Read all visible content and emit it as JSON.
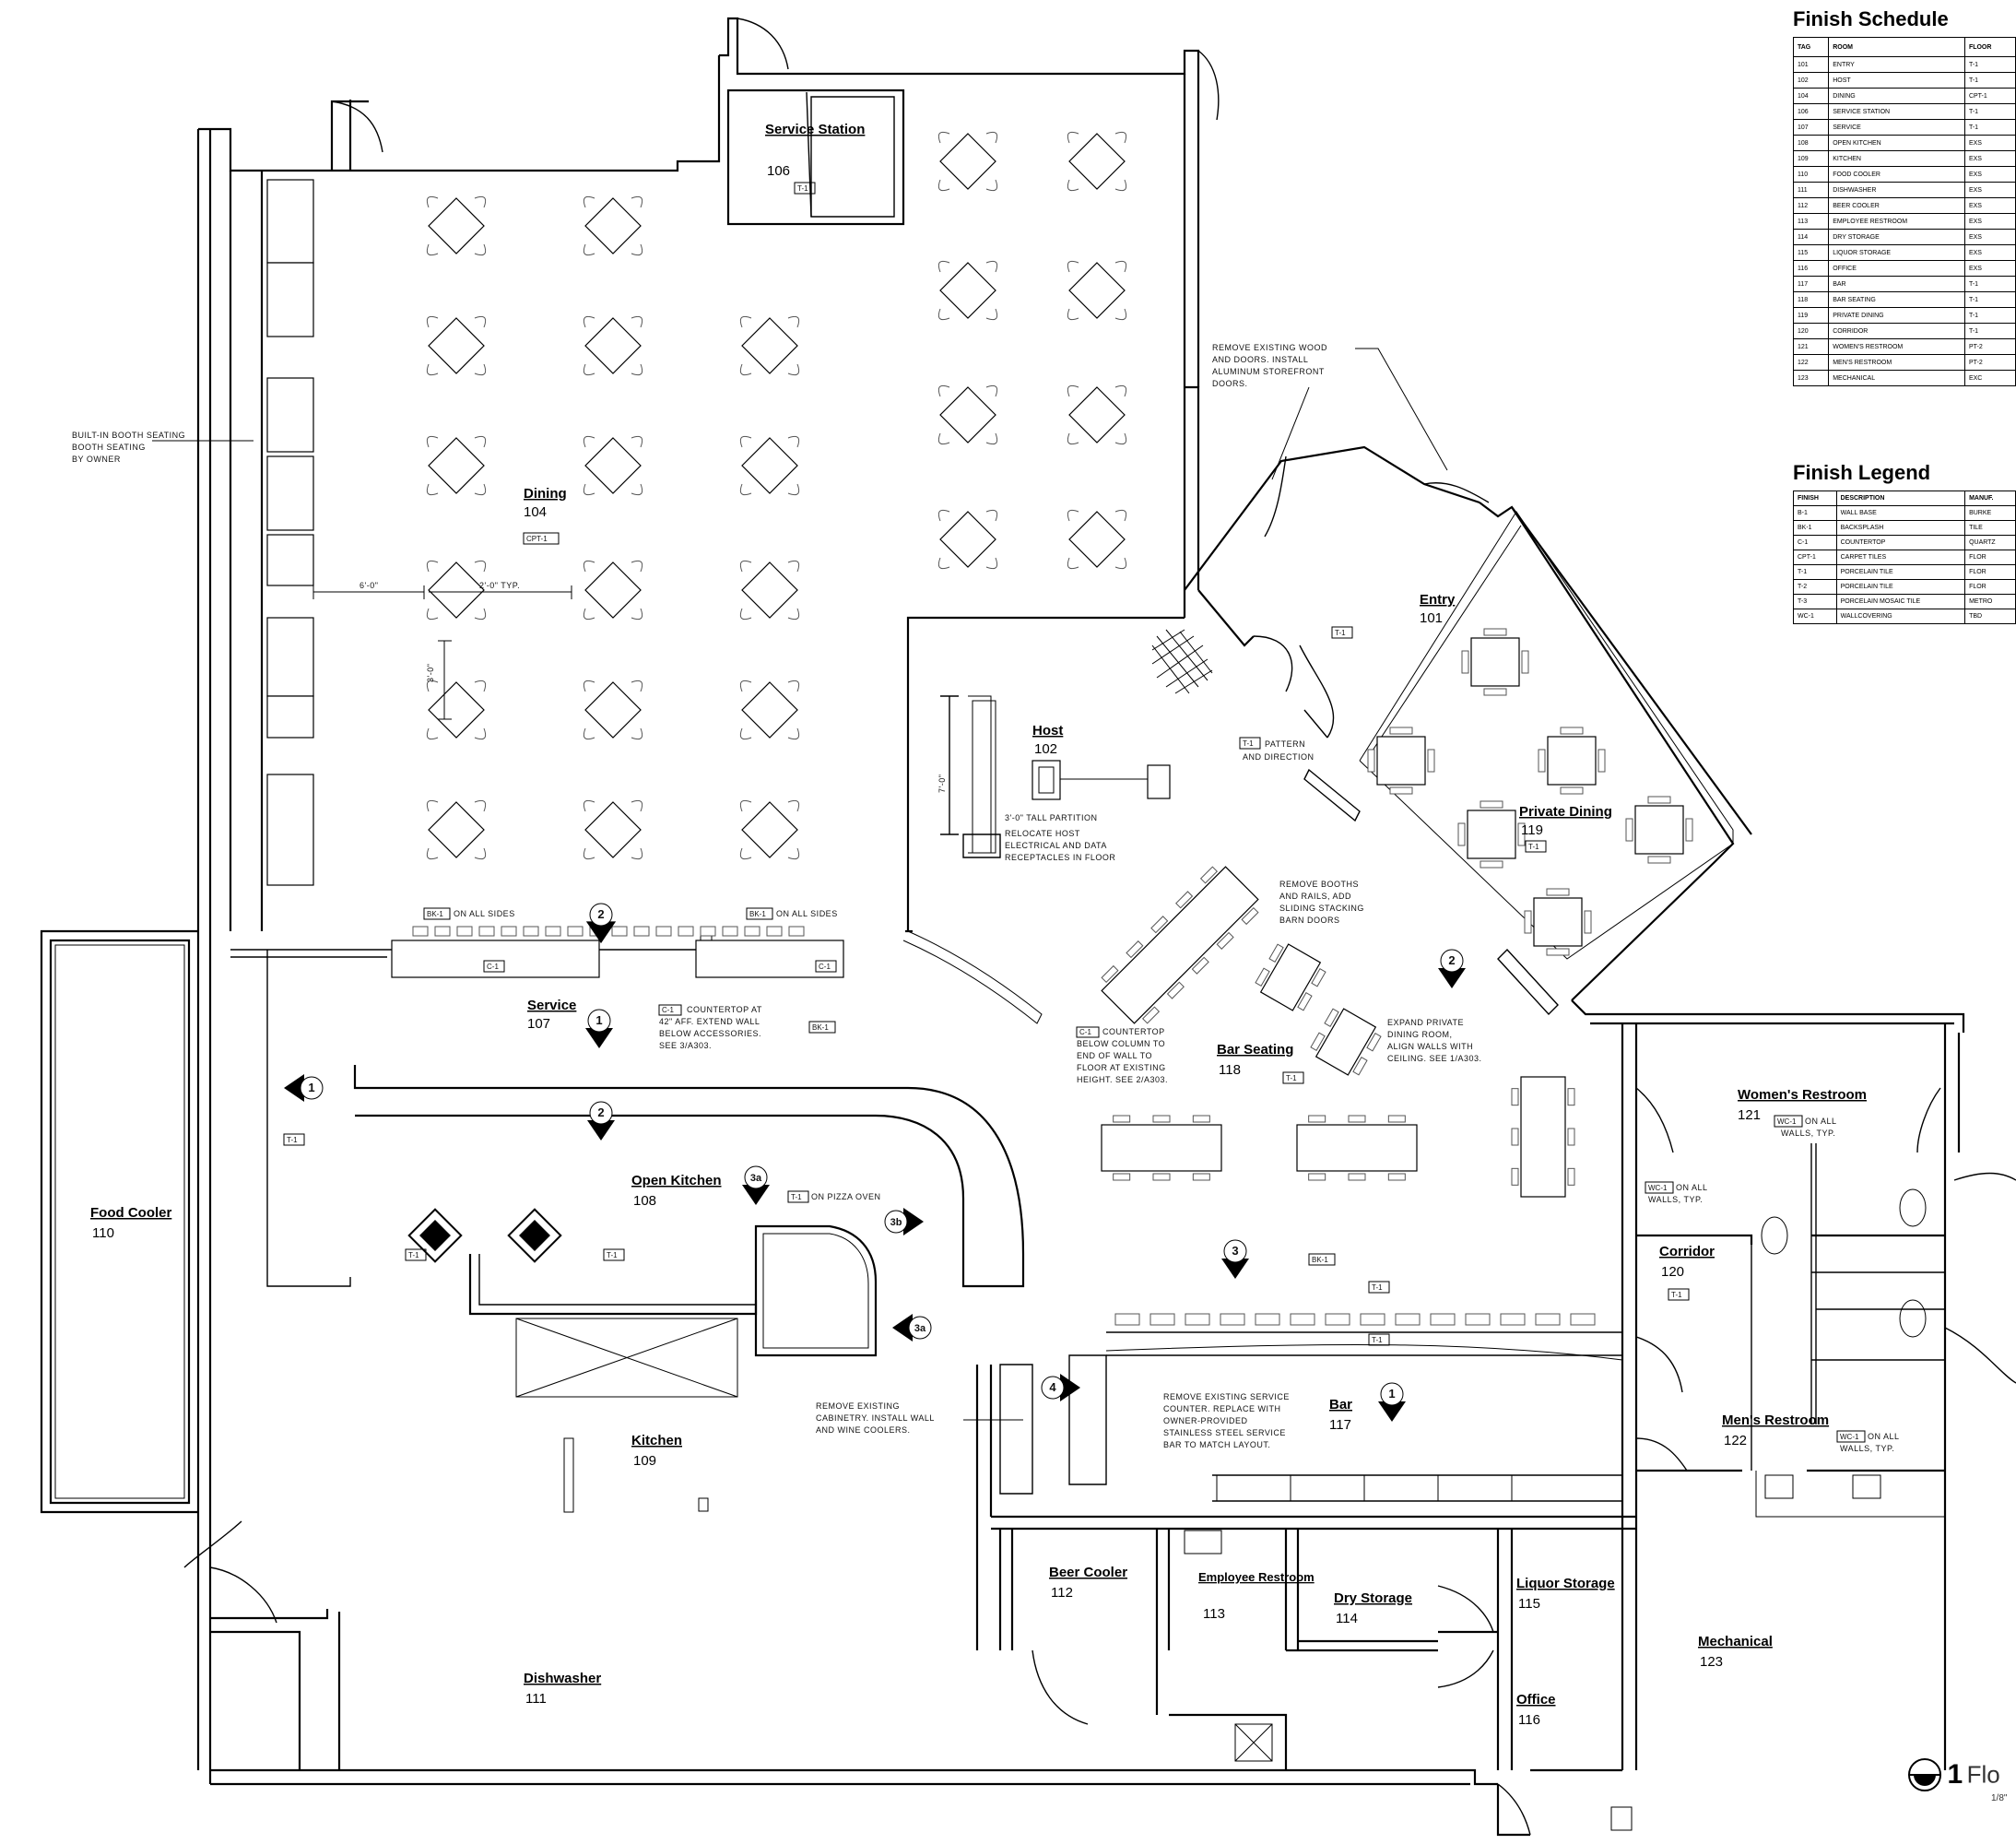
{
  "rooms": {
    "service_station": {
      "name": "Service Station",
      "number": "106",
      "finish": "T-1"
    },
    "dining": {
      "name": "Dining",
      "number": "104",
      "finish": "CPT-1"
    },
    "entry": {
      "name": "Entry",
      "number": "101",
      "finish": "T-1"
    },
    "host": {
      "name": "Host",
      "number": "102"
    },
    "private_dining": {
      "name": "Private Dining",
      "number": "119",
      "finish": "T-1"
    },
    "service": {
      "name": "Service",
      "number": "107",
      "finish": "T-1"
    },
    "bar_seating": {
      "name": "Bar Seating",
      "number": "118",
      "finish": "T-1"
    },
    "womens_restroom": {
      "name": "Women's Restroom",
      "number": "121"
    },
    "food_cooler": {
      "name": "Food Cooler",
      "number": "110"
    },
    "open_kitchen": {
      "name": "Open Kitchen",
      "number": "108"
    },
    "corridor": {
      "name": "Corridor",
      "number": "120",
      "finish": "T-1"
    },
    "bar": {
      "name": "Bar",
      "number": "117",
      "finish": "T-1"
    },
    "mens_restroom": {
      "name": "Men's Restroom",
      "number": "122"
    },
    "kitchen": {
      "name": "Kitchen",
      "number": "109"
    },
    "beer_cooler": {
      "name": "Beer Cooler",
      "number": "112"
    },
    "employee_restroom": {
      "name": "Employee Restroom",
      "number": "113"
    },
    "dry_storage": {
      "name": "Dry Storage",
      "number": "114"
    },
    "liquor_storage": {
      "name": "Liquor Storage",
      "number": "115"
    },
    "mechanical": {
      "name": "Mechanical",
      "number": "123"
    },
    "dishwasher": {
      "name": "Dishwasher",
      "number": "111"
    },
    "office": {
      "name": "Office",
      "number": "116"
    }
  },
  "notes": {
    "booth": [
      "BUILT-IN BOOTH SEATING",
      "BOOTH SEATING",
      "BY OWNER"
    ],
    "entry_remove": [
      "REMOVE EXISTING WOOD",
      "AND DOORS. INSTALL",
      "ALUMINUM STOREFRONT",
      "DOORS."
    ],
    "partition": "3'-0\" TALL PARTITION",
    "relocate_host": [
      "RELOCATE HOST",
      "ELECTRICAL AND DATA",
      "RECEPTACLES IN FLOOR"
    ],
    "pattern_direction": [
      "PATTERN",
      "AND DIRECTION"
    ],
    "remove_booths": [
      "REMOVE BOOTHS",
      "AND RAILS, ADD",
      "SLIDING STACKING",
      "BARN DOORS"
    ],
    "expand_private": [
      "EXPAND PRIVATE",
      "DINING ROOM,",
      "ALIGN WALLS WITH",
      "CEILING. SEE 1/A303."
    ],
    "countertop_1": [
      "COUNTERTOP AT",
      "42\" AFF. EXTEND WALL",
      "BELOW ACCESSORIES.",
      "SEE 3/A303."
    ],
    "countertop_2": [
      "COUNTERTOP",
      "BELOW COLUMN TO",
      "END OF WALL TO",
      "FLOOR AT EXISTING",
      "HEIGHT. SEE 2/A303."
    ],
    "on_all_sides": "ON ALL SIDES",
    "on_pizza_oven": "ON PIZZA OVEN",
    "on_all_walls": [
      "ON ALL",
      "WALLS, TYP."
    ],
    "remove_cabinetry": [
      "REMOVE EXISTING",
      "CABINETRY. INSTALL WALL",
      "AND WINE COOLERS."
    ],
    "remove_service": [
      "REMOVE EXISTING SERVICE",
      "COUNTER. REPLACE WITH",
      "OWNER-PROVIDED",
      "STAINLESS STEEL SERVICE",
      "BAR TO MATCH LAYOUT."
    ],
    "dim_1": "6'-0\"",
    "dim_2": "2'-0\" TYP.",
    "dim_3": "3'-0\"",
    "dim_4": "7'-0\""
  },
  "finish_schedule": {
    "title": "Finish Schedule",
    "headers": [
      "TAG",
      "ROOM",
      "FLOOR"
    ],
    "rows": [
      [
        "101",
        "ENTRY",
        "T-1"
      ],
      [
        "102",
        "HOST",
        "T-1"
      ],
      [
        "104",
        "DINING",
        "CPT-1"
      ],
      [
        "106",
        "SERVICE STATION",
        "T-1"
      ],
      [
        "107",
        "SERVICE",
        "T-1"
      ],
      [
        "108",
        "OPEN KITCHEN",
        "EXS"
      ],
      [
        "109",
        "KITCHEN",
        "EXS"
      ],
      [
        "110",
        "FOOD COOLER",
        "EXS"
      ],
      [
        "111",
        "DISHWASHER",
        "EXS"
      ],
      [
        "112",
        "BEER COOLER",
        "EXS"
      ],
      [
        "113",
        "EMPLOYEE RESTROOM",
        "EXS"
      ],
      [
        "114",
        "DRY STORAGE",
        "EXS"
      ],
      [
        "115",
        "LIQUOR STORAGE",
        "EXS"
      ],
      [
        "116",
        "OFFICE",
        "EXS"
      ],
      [
        "117",
        "BAR",
        "T-1"
      ],
      [
        "118",
        "BAR SEATING",
        "T-1"
      ],
      [
        "119",
        "PRIVATE DINING",
        "T-1"
      ],
      [
        "120",
        "CORRIDOR",
        "T-1"
      ],
      [
        "121",
        "WOMEN'S RESTROOM",
        "PT-2"
      ],
      [
        "122",
        "MEN'S RESTROOM",
        "PT-2"
      ],
      [
        "123",
        "MECHANICAL",
        "EXC"
      ]
    ]
  },
  "finish_legend": {
    "title": "Finish Legend",
    "headers": [
      "FINISH",
      "DESCRIPTION",
      "MANUF."
    ],
    "rows": [
      [
        "B-1",
        "WALL BASE",
        "BURKE"
      ],
      [
        "BK-1",
        "BACKSPLASH",
        "TILE"
      ],
      [
        "C-1",
        "COUNTERTOP",
        "QUARTZ"
      ],
      [
        "CPT-1",
        "CARPET TILES",
        "FLOR"
      ],
      [
        "T-1",
        "PORCELAIN TILE",
        "FLOR"
      ],
      [
        "T-2",
        "PORCELAIN TILE",
        "FLOR"
      ],
      [
        "T-3",
        "PORCELAIN MOSAIC TILE",
        "METRO"
      ],
      [
        "WC-1",
        "WALLCOVERING",
        "TBD"
      ]
    ]
  },
  "title_block": {
    "number": "1",
    "label": "Flo",
    "scale": "1/8\""
  },
  "tags": {
    "t1": "T-1",
    "bk1": "BK-1",
    "c1": "C-1",
    "cpt1": "CPT-1",
    "wc1": "WC-1",
    "pt2": "PT-2",
    "exc": "EXC",
    "exs": "EXS"
  }
}
